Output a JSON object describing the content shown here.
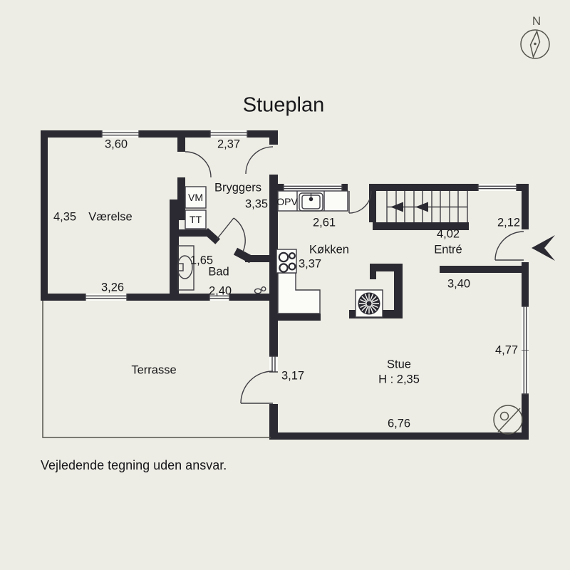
{
  "title": "Stueplan",
  "disclaimer": "Vejledende tegning uden ansvar.",
  "compass": {
    "label": "N"
  },
  "rooms": {
    "vaerelse": {
      "name": "Værelse",
      "dim_top": "3,60",
      "dim_left": "4,35",
      "dim_bottom": "3,26"
    },
    "bryggers": {
      "name": "Bryggers",
      "dim_top": "2,37",
      "dim_side": "3,35"
    },
    "bad": {
      "name": "Bad",
      "dim_width": "1,65",
      "dim_bottom": "2,40"
    },
    "koekken": {
      "name": "Køkken",
      "dim_counter": "2,61",
      "dim_side": "3,37"
    },
    "entre": {
      "name": "Entré",
      "dim_stairs": "4,02",
      "dim_window": "2,12",
      "dim_inner": "3,40"
    },
    "stue": {
      "name": "Stue",
      "ceiling_height": "H : 2,35",
      "dim_bottom": "6,76",
      "dim_right": "4,77",
      "dim_left": "3,17"
    },
    "terrasse": {
      "name": "Terrasse"
    }
  },
  "appliances": {
    "washing_machine": "VM",
    "tumble_dryer": "TT",
    "dishwasher": "OPV"
  },
  "colors": {
    "background": "#eeede5",
    "wall": "#2b2a32",
    "line": "#3f3e44",
    "text": "#17171a",
    "muted": "#55544c",
    "window": "#fbfbf8"
  }
}
